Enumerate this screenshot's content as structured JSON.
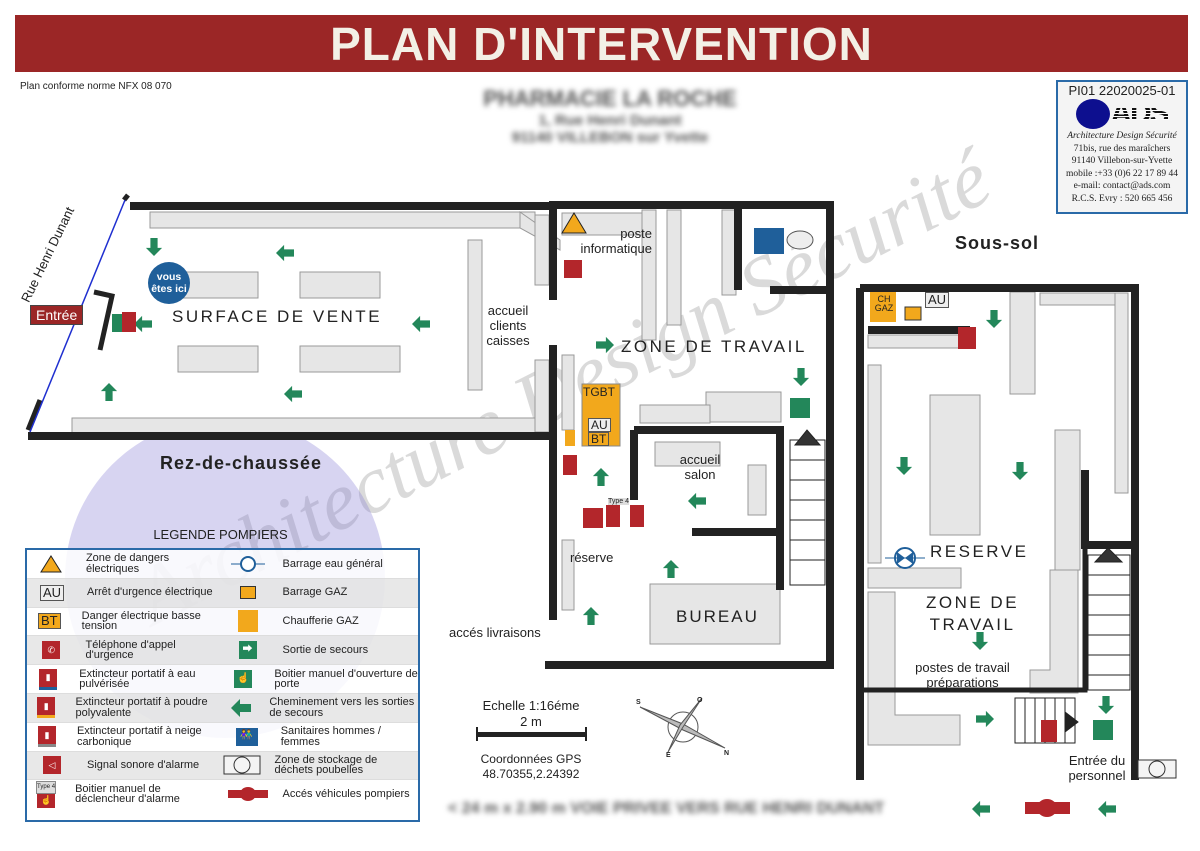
{
  "header": {
    "title": "PLAN D'INTERVENTION"
  },
  "norm": "Plan conforme norme NFX 08 070",
  "site": {
    "name": "PHARMACIE LA ROCHE",
    "address1": "1, Rue Henri Dunant",
    "address2": "91140 VILLEBON sur Yvette"
  },
  "company": {
    "ref": "PI01 22020025-01",
    "logo": "ADS",
    "name": "Architecture Design Sécurité",
    "address1": "71bis, rue des maraîchers",
    "address2": "91140 Villebon-sur-Yvette",
    "mobile": "mobile :+33 (0)6 22 17 89 44",
    "email": "e-mail: contact@ads.com",
    "rcs": "R.C.S. Evry : 520 665 456"
  },
  "watermark": "Architecture Design Sécurité",
  "ground": {
    "title": "Rez-de-chaussée",
    "street": "Rue Henri Dunant",
    "entry": "Entrée",
    "you_are_here": "vous êtes ici",
    "sales": "SURFACE DE VENTE",
    "reception": "accueil clients caisses",
    "it": "poste informatique",
    "work": "ZONE DE TRAVAIL",
    "tgbt": "TGBT",
    "au": "AU",
    "bt": "BT",
    "type4": "Type 4",
    "salon": "accueil salon",
    "storage": "réserve",
    "office": "BUREAU",
    "delivery": "accés livraisons"
  },
  "basement": {
    "title": "Sous-sol",
    "ch": "CH",
    "gaz": "GAZ",
    "au": "AU",
    "reserve": "RESERVE",
    "work": "ZONE DE TRAVAIL",
    "posts": "postes de travail préparations",
    "staff_entry": "Entrée du personnel"
  },
  "scale": {
    "label": "Echelle 1:16éme",
    "length": "2 m",
    "gps_label": "Coordonnées GPS",
    "gps": "48.70355,2.24392"
  },
  "compass": {
    "n": "N",
    "s": "S",
    "e": "E",
    "o": "O"
  },
  "access_road": "< 24 m x 2.90 m  VOIE PRIVEE VERS RUE HENRI DUNANT",
  "legend": {
    "title": "LEGENDE POMPIERS",
    "rows": [
      {
        "left": "Zone de dangers électriques",
        "left_icon": "electric-danger-icon",
        "right": "Barrage eau général",
        "right_icon": "water-valve-icon"
      },
      {
        "left": "Arrêt d'urgence électrique",
        "left_icon": "emergency-stop-icon",
        "left_tag": "AU",
        "right": "Barrage GAZ",
        "right_icon": "gas-valve-icon"
      },
      {
        "left": "Danger électrique basse tension",
        "left_icon": "low-voltage-icon",
        "left_tag": "BT",
        "right": "Chaufferie GAZ",
        "right_icon": "gas-boiler-icon"
      },
      {
        "left": "Téléphone d'appel d'urgence",
        "left_icon": "emergency-phone-icon",
        "right": "Sortie de secours",
        "right_icon": "emergency-exit-icon"
      },
      {
        "left": "Extincteur portatif à eau pulvérisée",
        "left_icon": "water-extinguisher-icon",
        "right": "Boitier manuel d'ouverture de porte",
        "right_icon": "door-release-icon"
      },
      {
        "left": "Extincteur portatif à poudre polyvalente",
        "left_icon": "powder-extinguisher-icon",
        "right": "Cheminement vers les sorties de secours",
        "right_icon": "evacuation-arrow-icon"
      },
      {
        "left": "Extincteur portatif à neige carbonique",
        "left_icon": "co2-extinguisher-icon",
        "right": "Sanitaires hommes / femmes",
        "right_icon": "toilets-icon"
      },
      {
        "left": "Signal sonore d'alarme",
        "left_icon": "alarm-siren-icon",
        "right": "Zone de stockage de déchets poubelles",
        "right_icon": "waste-storage-icon"
      },
      {
        "left": "Boitier manuel de déclencheur d'alarme",
        "left_icon": "manual-call-point-icon",
        "left_tag": "Type 4",
        "right": "Accés véhicules pompiers",
        "right_icon": "fire-vehicle-access-icon"
      }
    ]
  },
  "colors": {
    "header": "#9b2626",
    "evac_green": "#23875a",
    "danger_orange": "#f2a81c",
    "red_sign": "#b3262b",
    "legend_border": "#2a6aa8",
    "you_are_here": "#1f5f9a"
  }
}
